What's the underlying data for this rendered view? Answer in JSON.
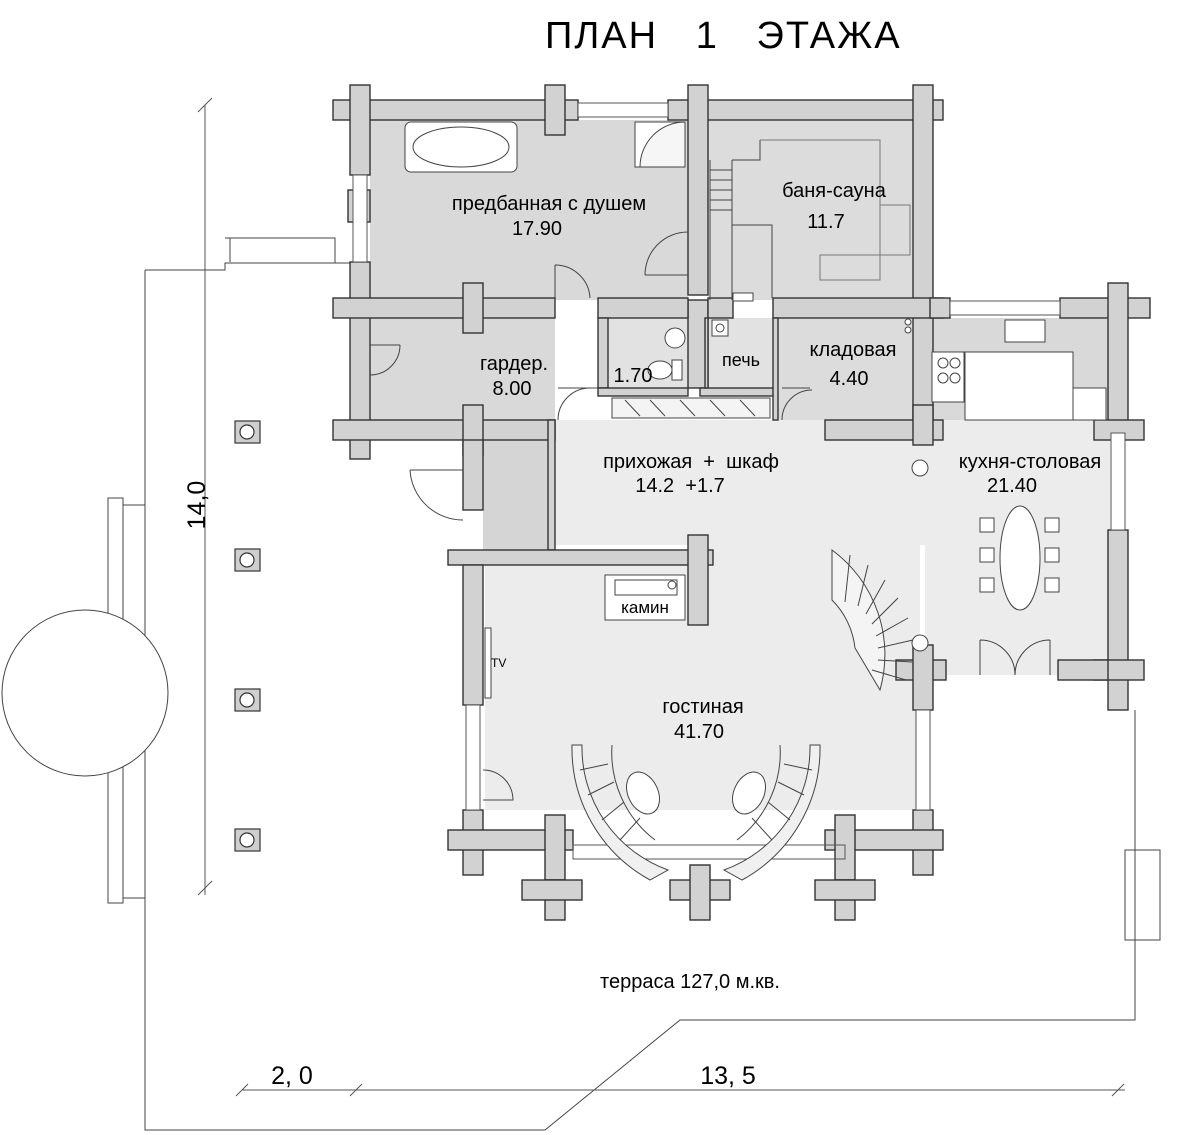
{
  "title": "ПЛАН   1   ЭТАЖА",
  "colors": {
    "wall": "#d2d2d2",
    "room_dark": "#d9d9d9",
    "room_light": "#ececec",
    "line": "#333333"
  },
  "rooms": {
    "predbannaya": {
      "name": "предбанная с душем",
      "area": "17.90"
    },
    "banya": {
      "name": "баня-сауна",
      "area": "11.7"
    },
    "garder": {
      "name": "гардер.",
      "area": "8.00"
    },
    "wc": {
      "area": "1.70"
    },
    "pech": {
      "name": "печь"
    },
    "kladovaya": {
      "name": "кладовая",
      "area": "4.40"
    },
    "prihozhaya": {
      "name": "прихожая  +  шкаф",
      "area": "14.2  +1.7"
    },
    "kuhnya": {
      "name": "кухня-столовая",
      "area": "21.40"
    },
    "kamin": {
      "name": "камин"
    },
    "tv": {
      "name": "TV"
    },
    "gostinaya": {
      "name": "гостиная",
      "area": "41.70"
    },
    "terrasa": {
      "name": "терраса 127,0 м.кв."
    }
  },
  "dimensions": {
    "height": "14,0",
    "width_left": "2, 0",
    "width_main": "13, 5"
  }
}
